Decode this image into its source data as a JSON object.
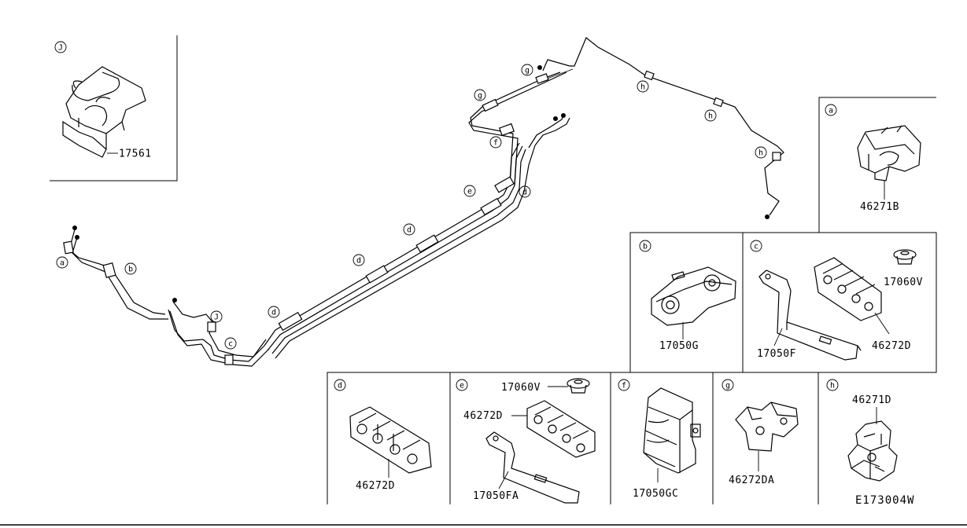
{
  "figure_code": "E173004W",
  "main_callouts": {
    "a": "a",
    "b": "b",
    "c": "c",
    "d1": "d",
    "d2": "d",
    "d3": "d",
    "d4": "d",
    "e": "e",
    "f": "f",
    "g1": "g",
    "g2": "g",
    "h1": "h",
    "h2": "h",
    "h3": "h",
    "j": "J"
  },
  "panels": {
    "J": {
      "letter": "J",
      "part": "17561"
    },
    "a": {
      "letter": "a",
      "part": "46271B"
    },
    "b": {
      "letter": "b",
      "part": "17050G"
    },
    "c": {
      "letter": "c",
      "parts": [
        "17060V",
        "46272D",
        "17050F"
      ]
    },
    "d": {
      "letter": "d",
      "part": "46272D"
    },
    "e": {
      "letter": "e",
      "parts": [
        "17060V",
        "46272D",
        "17050FA"
      ]
    },
    "f": {
      "letter": "f",
      "part": "17050GC"
    },
    "g": {
      "letter": "g",
      "part": "46272DA"
    },
    "h": {
      "letter": "h",
      "part": "46271D"
    }
  }
}
